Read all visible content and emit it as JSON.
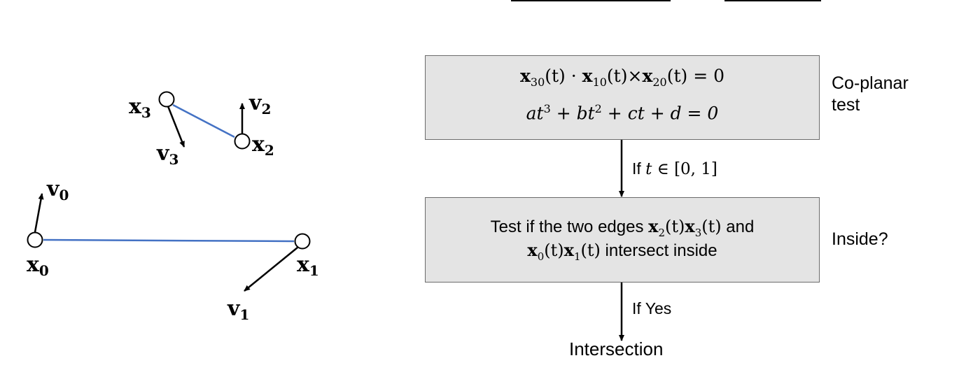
{
  "figure": {
    "points": {
      "x0": {
        "base": "x",
        "sub": "0"
      },
      "x1": {
        "base": "x",
        "sub": "1"
      },
      "x2": {
        "base": "x",
        "sub": "2"
      },
      "x3": {
        "base": "x",
        "sub": "3"
      },
      "v0": {
        "base": "v",
        "sub": "0"
      },
      "v1": {
        "base": "v",
        "sub": "1"
      },
      "v2": {
        "base": "v",
        "sub": "2"
      },
      "v3": {
        "base": "v",
        "sub": "3"
      }
    },
    "colors": {
      "edge": "#4472c4",
      "stroke": "#000000",
      "box_fill": "#e4e4e4"
    }
  },
  "flowchart": {
    "box1": {
      "line1": {
        "p1": "x",
        "s1": "30",
        "p2": "(t) · ",
        "p3": "x",
        "s2": "10",
        "p4": "(t)×",
        "p5": "x",
        "s3": "20",
        "p6": "(t) = 0"
      },
      "line2": {
        "p1": "at",
        "sup1": "3",
        "p2": " + bt",
        "sup2": "2",
        "p3": " + ct + d = 0"
      },
      "side_label_1": "Co-planar",
      "side_label_2": "test"
    },
    "arrow1": {
      "prefix": "If ",
      "var": "t",
      "rest": " ∈ [0, 1]"
    },
    "box2": {
      "line1": {
        "text": "Test if the two edges ",
        "v1": "x",
        "s1": "2",
        "t1": "(t)",
        "v2": "x",
        "s2": "3",
        "t2": "(t)",
        "tail": " and"
      },
      "line2": {
        "v1": "x",
        "s1": "0",
        "t1": "(t)",
        "v2": "x",
        "s2": "1",
        "t2": "(t)",
        "tail": " intersect inside"
      },
      "side_label": "Inside?"
    },
    "arrow2": {
      "label": "If Yes"
    },
    "end_label": "Intersection"
  }
}
